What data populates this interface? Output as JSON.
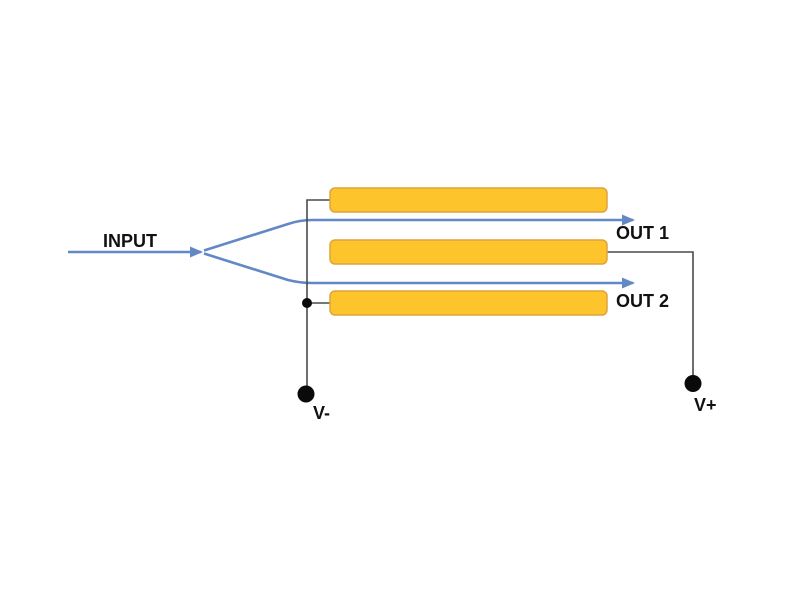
{
  "diagram": {
    "kind": "optical-switch-schematic",
    "labels": {
      "input": "INPUT",
      "out1": "OUT 1",
      "out2": "OUT 2",
      "v_minus": "V-",
      "v_plus": "V+"
    },
    "colors": {
      "background": "#ffffff",
      "signal_blue": "#6288C5",
      "electrode_fill": "#FDC42C",
      "electrode_stroke": "#DFA43B",
      "wire_gray": "#4A4A4A",
      "terminal_black": "#0A0A0A",
      "text_black": "#111111"
    },
    "electrode_count": 3
  }
}
